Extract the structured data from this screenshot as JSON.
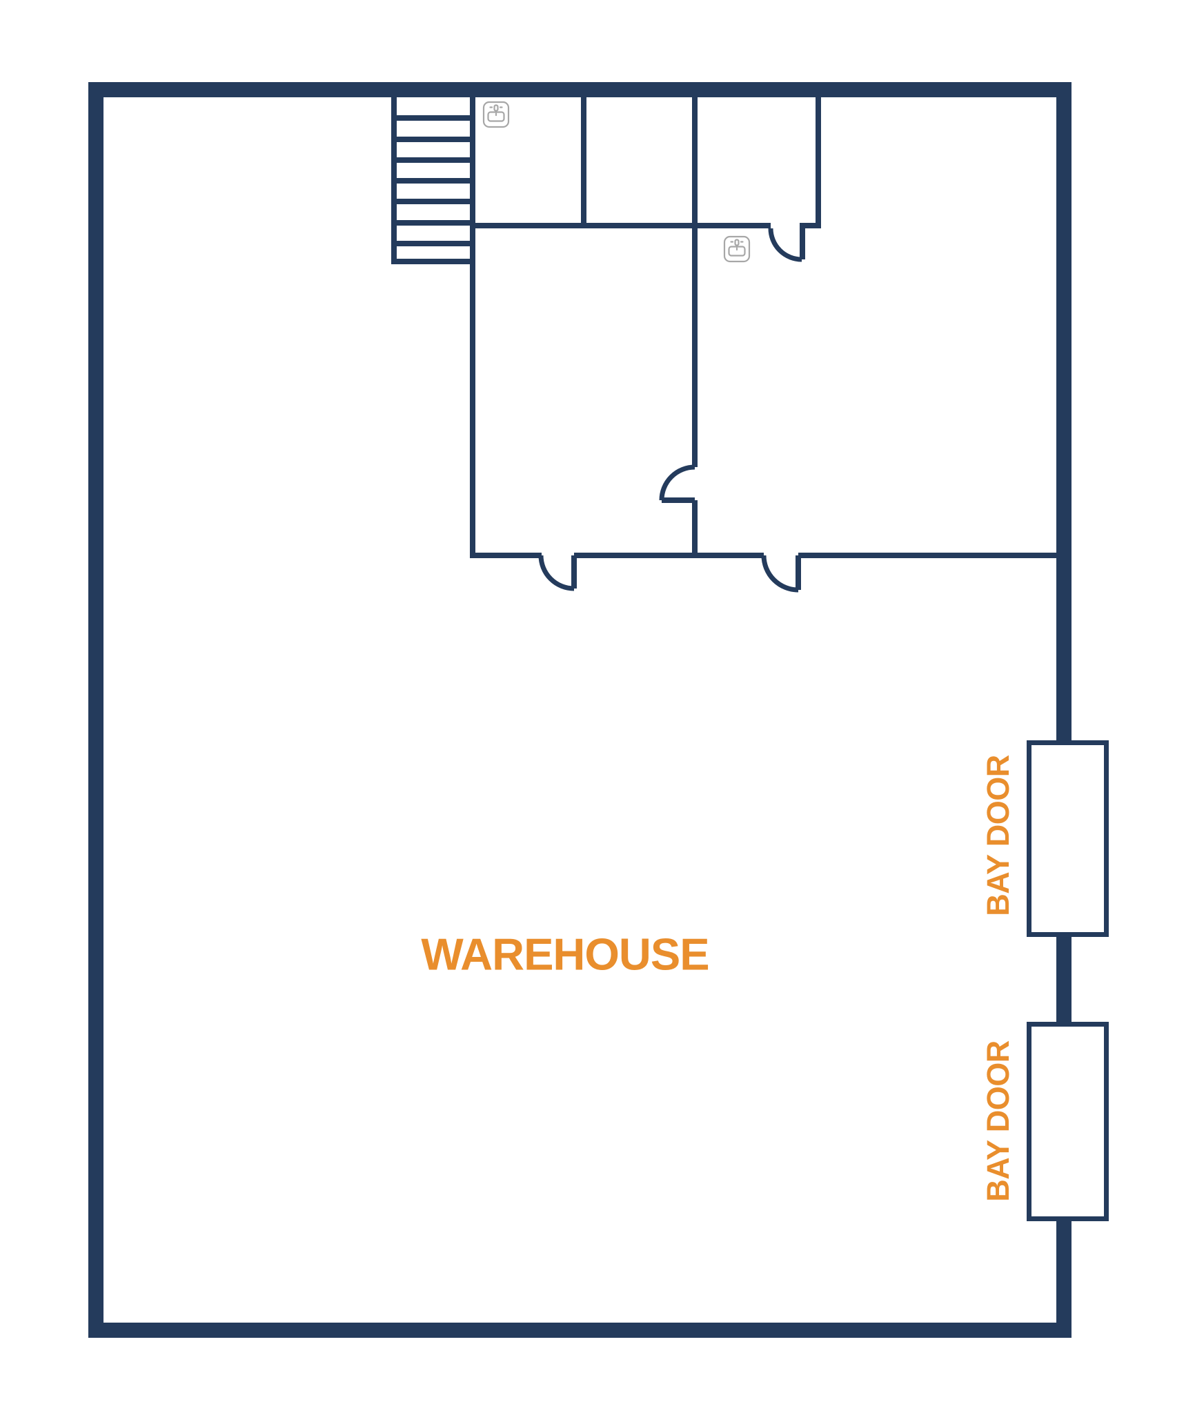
{
  "plan": {
    "warehouse_label": "WAREHOUSE",
    "bay_doors": [
      {
        "label": "BAY DOOR"
      },
      {
        "label": "BAY DOOR"
      }
    ],
    "stairs": {
      "steps": 8
    },
    "sinks": [
      {
        "name": "sink-icon"
      },
      {
        "name": "sink-icon"
      }
    ],
    "colors": {
      "wall": "#243B5C",
      "accent": "#E98E2D",
      "icon_gray": "#A7A7A7",
      "background": "#FFFFFF"
    }
  }
}
